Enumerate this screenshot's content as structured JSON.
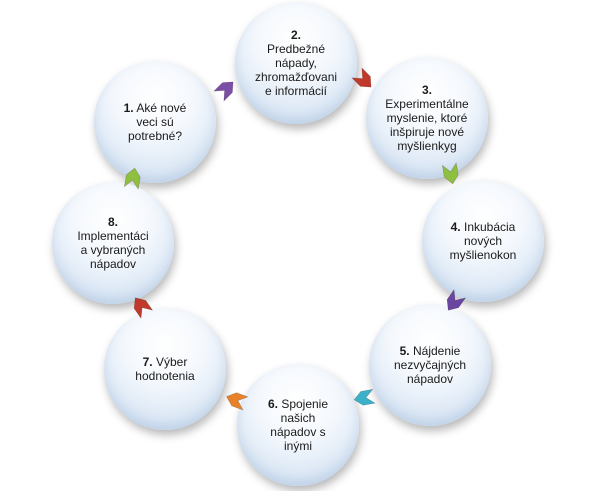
{
  "diagram": {
    "nodes": [
      {
        "id": "1",
        "num": "1.",
        "lines": [
          "Aké nové",
          "veci sú",
          "potrebné?"
        ]
      },
      {
        "id": "2",
        "num": "2.",
        "lines": [
          "Predbežné",
          "nápady,",
          "zhromažďovani",
          "e informácií"
        ]
      },
      {
        "id": "3",
        "num": "3.",
        "lines": [
          "Experimentálne",
          "myslenie, ktoré",
          "inšpiruje nové",
          "myšlienkyg"
        ]
      },
      {
        "id": "4",
        "num": "4.",
        "lines": [
          "Inkubácia",
          "nových",
          "myšlienokon"
        ]
      },
      {
        "id": "5",
        "num": "5.",
        "lines": [
          "Nájdenie",
          "nezvyčajných",
          "nápadov"
        ]
      },
      {
        "id": "6",
        "num": "6.",
        "lines": [
          "Spojenie",
          "našich",
          "nápadov s",
          "inými"
        ]
      },
      {
        "id": "7",
        "num": "7.",
        "lines": [
          "Výber",
          "hodnotenia"
        ]
      },
      {
        "id": "8",
        "num": "8.",
        "lines": [
          "Implementáci",
          "a vybraných",
          "nápadov"
        ]
      }
    ],
    "arrow_colors": {
      "n1_to_n2": "#7b4fa6",
      "n2_to_n3": "#c0392b",
      "n3_to_n4": "#8fbf3f",
      "n4_to_n5": "#6a45a0",
      "n5_to_n6": "#3bb0c9",
      "n6_to_n7": "#e8822a",
      "n7_to_n8": "#c0392b",
      "n8_to_n1": "#8fbf3f"
    }
  }
}
